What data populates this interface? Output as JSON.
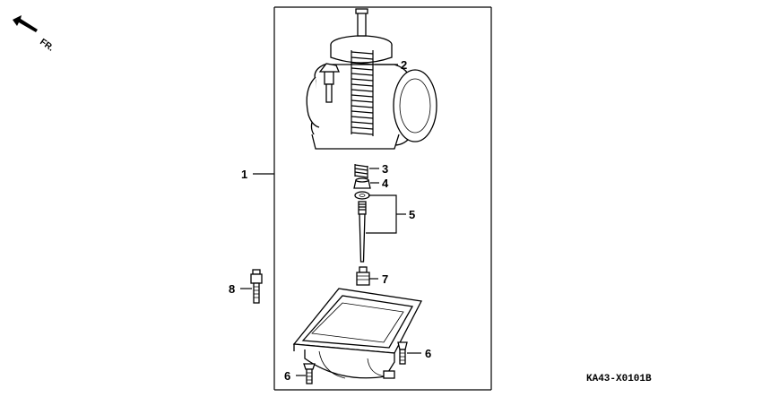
{
  "diagram": {
    "direction_label": "FR.",
    "drawing_code": "KA43-X0101B",
    "callouts": [
      "1",
      "2",
      "3",
      "4",
      "5",
      "6",
      "6",
      "7",
      "8"
    ],
    "parts": [
      {
        "id": "carburetor-body",
        "callout": "2"
      },
      {
        "id": "spring-washer",
        "callout": "3"
      },
      {
        "id": "retainer",
        "callout": "4"
      },
      {
        "id": "jet-needle-set",
        "callout": "5"
      },
      {
        "id": "mounting-screw",
        "callout": "6"
      },
      {
        "id": "main-jet",
        "callout": "7"
      },
      {
        "id": "drain-plug",
        "callout": "8"
      },
      {
        "id": "carburetor-assembly",
        "callout": "1"
      }
    ]
  }
}
